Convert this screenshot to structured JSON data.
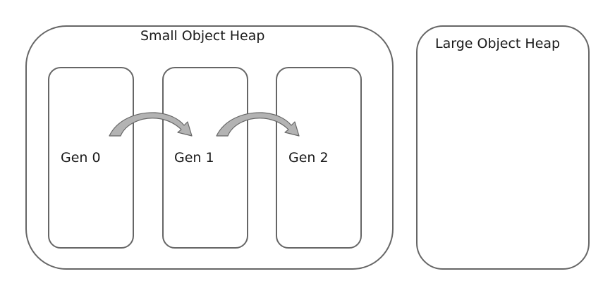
{
  "small_object_heap": {
    "title": "Small Object Heap",
    "generations": [
      {
        "label": "Gen 0"
      },
      {
        "label": "Gen 1"
      },
      {
        "label": "Gen 2"
      }
    ]
  },
  "large_object_heap": {
    "title": "Large Object Heap"
  },
  "colors": {
    "border": "#666666",
    "arrow_fill": "#b3b3b3",
    "arrow_stroke": "#666666"
  },
  "arrows": [
    {
      "from": "Gen 0",
      "to": "Gen 1",
      "icon": "curved-arrow-icon"
    },
    {
      "from": "Gen 1",
      "to": "Gen 2",
      "icon": "curved-arrow-icon"
    }
  ]
}
